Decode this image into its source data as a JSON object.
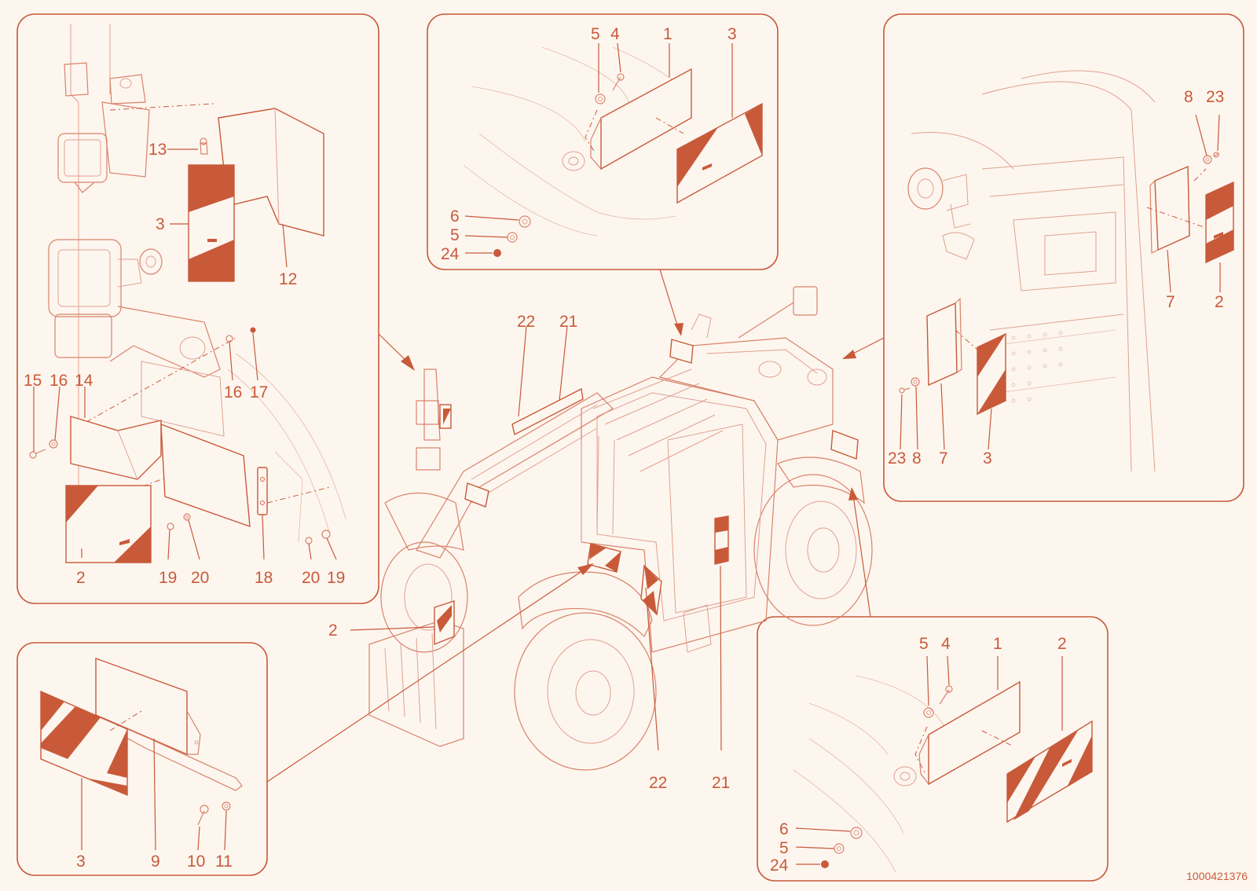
{
  "colors": {
    "accent": "#c85a3a",
    "line": "#d9826a",
    "background": "#fdf6ef"
  },
  "drawing_code": "1000421376",
  "labels": {
    "tl_13": "13",
    "tl_3": "3",
    "tl_12": "12",
    "tl_15": "15",
    "tl_16a": "16",
    "tl_14": "14",
    "tl_16b": "16",
    "tl_17": "17",
    "tl_2": "2",
    "tl_19a": "19",
    "tl_20a": "20",
    "tl_18": "18",
    "tl_20b": "20",
    "tl_19b": "19",
    "tc_5": "5",
    "tc_4": "4",
    "tc_1": "1",
    "tc_3": "3",
    "tc_6": "6",
    "tc_5b": "5",
    "tc_24": "24",
    "tr_8a": "8",
    "tr_23a": "23",
    "tr_7a": "7",
    "tr_2": "2",
    "tr_23b": "23",
    "tr_8b": "8",
    "tr_7b": "7",
    "tr_3": "3",
    "m_22a": "22",
    "m_21a": "21",
    "m_2": "2",
    "m_22b": "22",
    "m_21b": "21",
    "bl_3": "3",
    "bl_9": "9",
    "bl_10": "10",
    "bl_11": "11",
    "br_5": "5",
    "br_4": "4",
    "br_1": "1",
    "br_2": "2",
    "br_6": "6",
    "br_5b": "5",
    "br_24": "24"
  }
}
